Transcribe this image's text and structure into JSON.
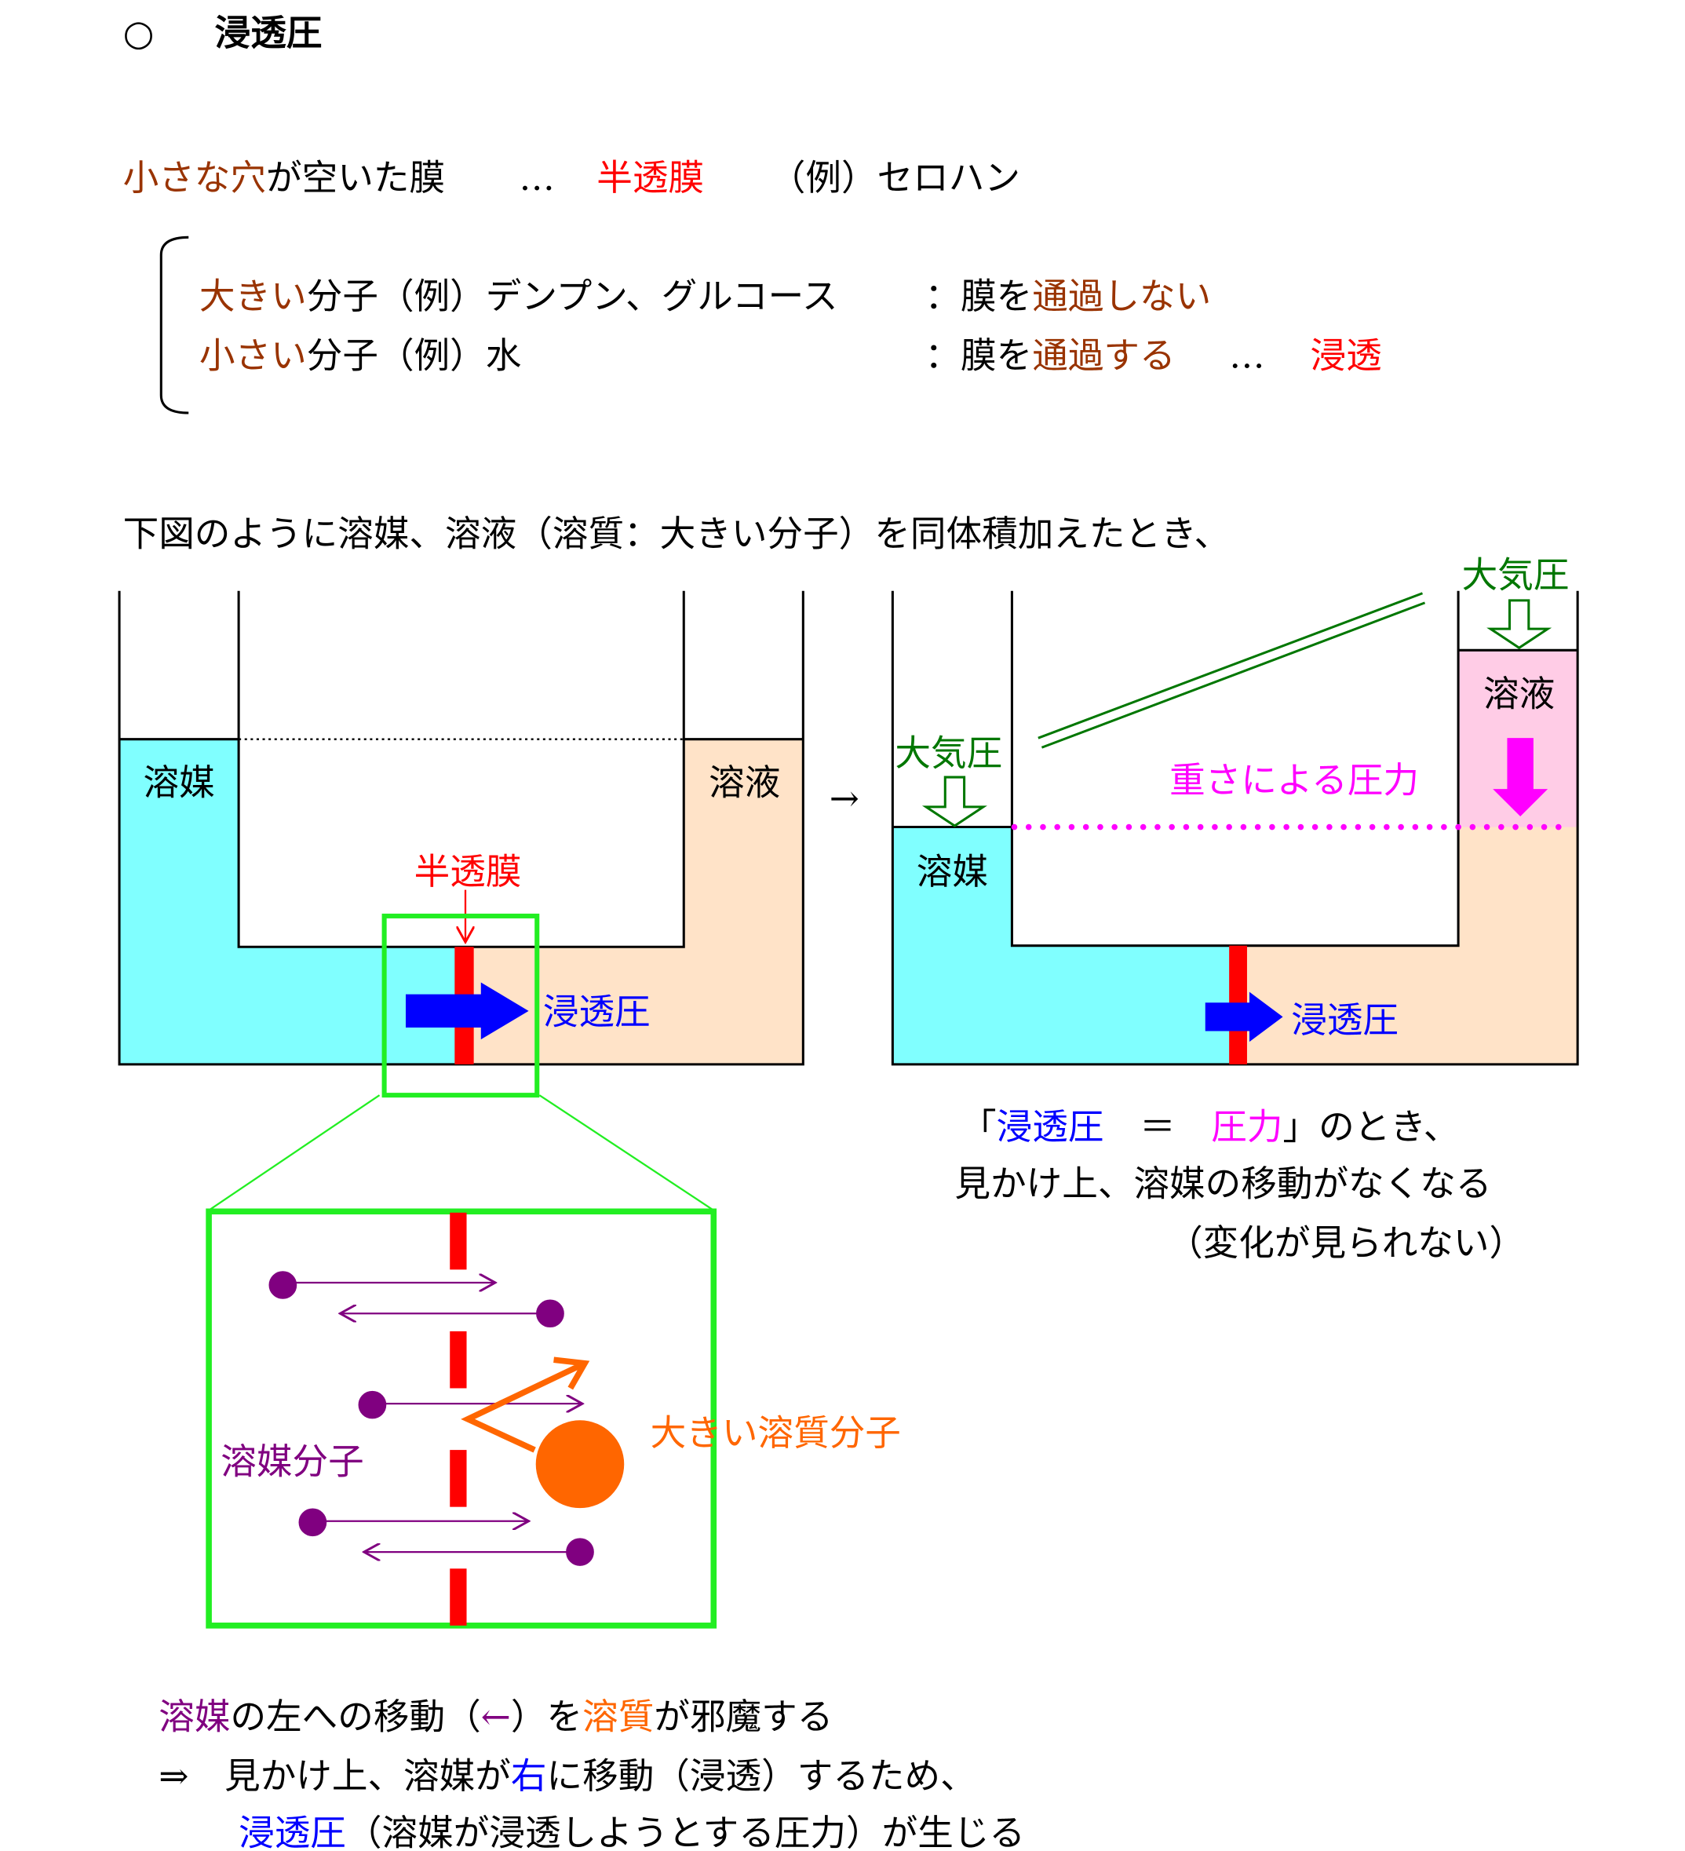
{
  "title": {
    "bullet": "○",
    "text": "浸透圧"
  },
  "intro": {
    "p1": "小さな穴",
    "p2": "が空いた膜",
    "dots": "…",
    "term": "半透膜",
    "example": "（例）セロハン"
  },
  "cases": [
    {
      "a": "大きい",
      "b": "分子（例）デンプン、グルコース",
      "c": "：膜を",
      "d": "通過しない"
    },
    {
      "a": "小さい",
      "b": "分子（例）水",
      "c": "：膜を",
      "d": "通過する",
      "dots": "…",
      "term": "浸透"
    }
  ],
  "lead": "下図のように溶媒、溶液（溶質：大きい分子）を同体積加えたとき、",
  "left_diagram": {
    "solvent": "溶媒",
    "solution": "溶液",
    "membrane": "半透膜",
    "osmotic": "浸透圧"
  },
  "transition_arrow": "→",
  "zoom_box": {
    "solvent_molecule": "溶媒分子",
    "solute_molecule": "大きい溶質分子"
  },
  "right_diagram": {
    "atm_left": "大気圧",
    "atm_right": "大気圧",
    "solvent": "溶媒",
    "solution": "溶液",
    "weight_pressure": "重さによる圧力",
    "osmotic": "浸透圧"
  },
  "conclusion": {
    "l1a": "「",
    "l1b": "浸透圧",
    "l1c": "　＝　",
    "l1d": "圧力",
    "l1e": "」のとき、",
    "l2": "見かけ上、溶媒の移動がなくなる",
    "l3": "（変化が見られない）"
  },
  "summary": {
    "l1": [
      "溶媒",
      "の左への移動（",
      "←",
      "）を",
      "溶質",
      "が邪魔する"
    ],
    "l2": [
      "⇒　見かけ上、溶媒が",
      "右",
      "に移動（浸透）するため、"
    ],
    "l3": [
      "浸透圧",
      "（溶媒が浸透しようとする圧力）が生じる"
    ]
  },
  "colors": {
    "solvent": "#80ffff",
    "solution": "#ffe3c8",
    "pink": "#ffcce6",
    "membrane": "#ff0000",
    "zoom": "#22ee22"
  }
}
